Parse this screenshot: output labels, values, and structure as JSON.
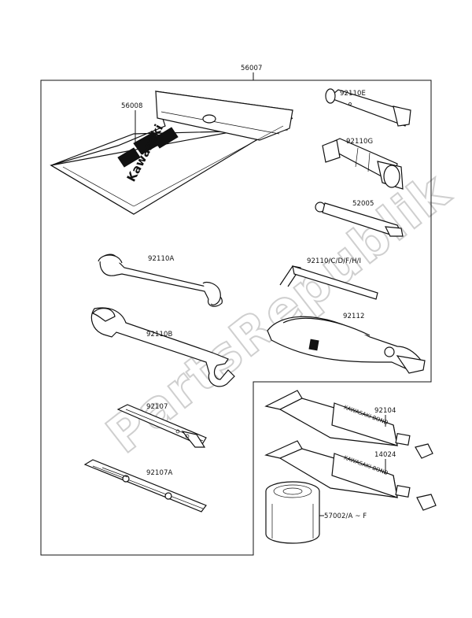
{
  "parts": {
    "kit": "56007",
    "case": "56008",
    "wrench_e": "92110E",
    "wrench_g": "92110G",
    "handle": "52005",
    "spanner_a": "92110A",
    "hex_wrenches": "92110/C/D/F/H/I",
    "spanner_b": "92110B",
    "pliers": "92112",
    "screwdriver": "92107",
    "screwdriver_handle": "92107A",
    "bond_a": "92104",
    "bond_b": "14024",
    "oil_filter": "57002/A ~ F"
  },
  "case_brand": "Kawasaki",
  "tube_text": {
    "tube_a": "KAWASAKI BOND",
    "tube_b": "KAWASAKI BOND"
  },
  "watermark": "PartsRepublik"
}
